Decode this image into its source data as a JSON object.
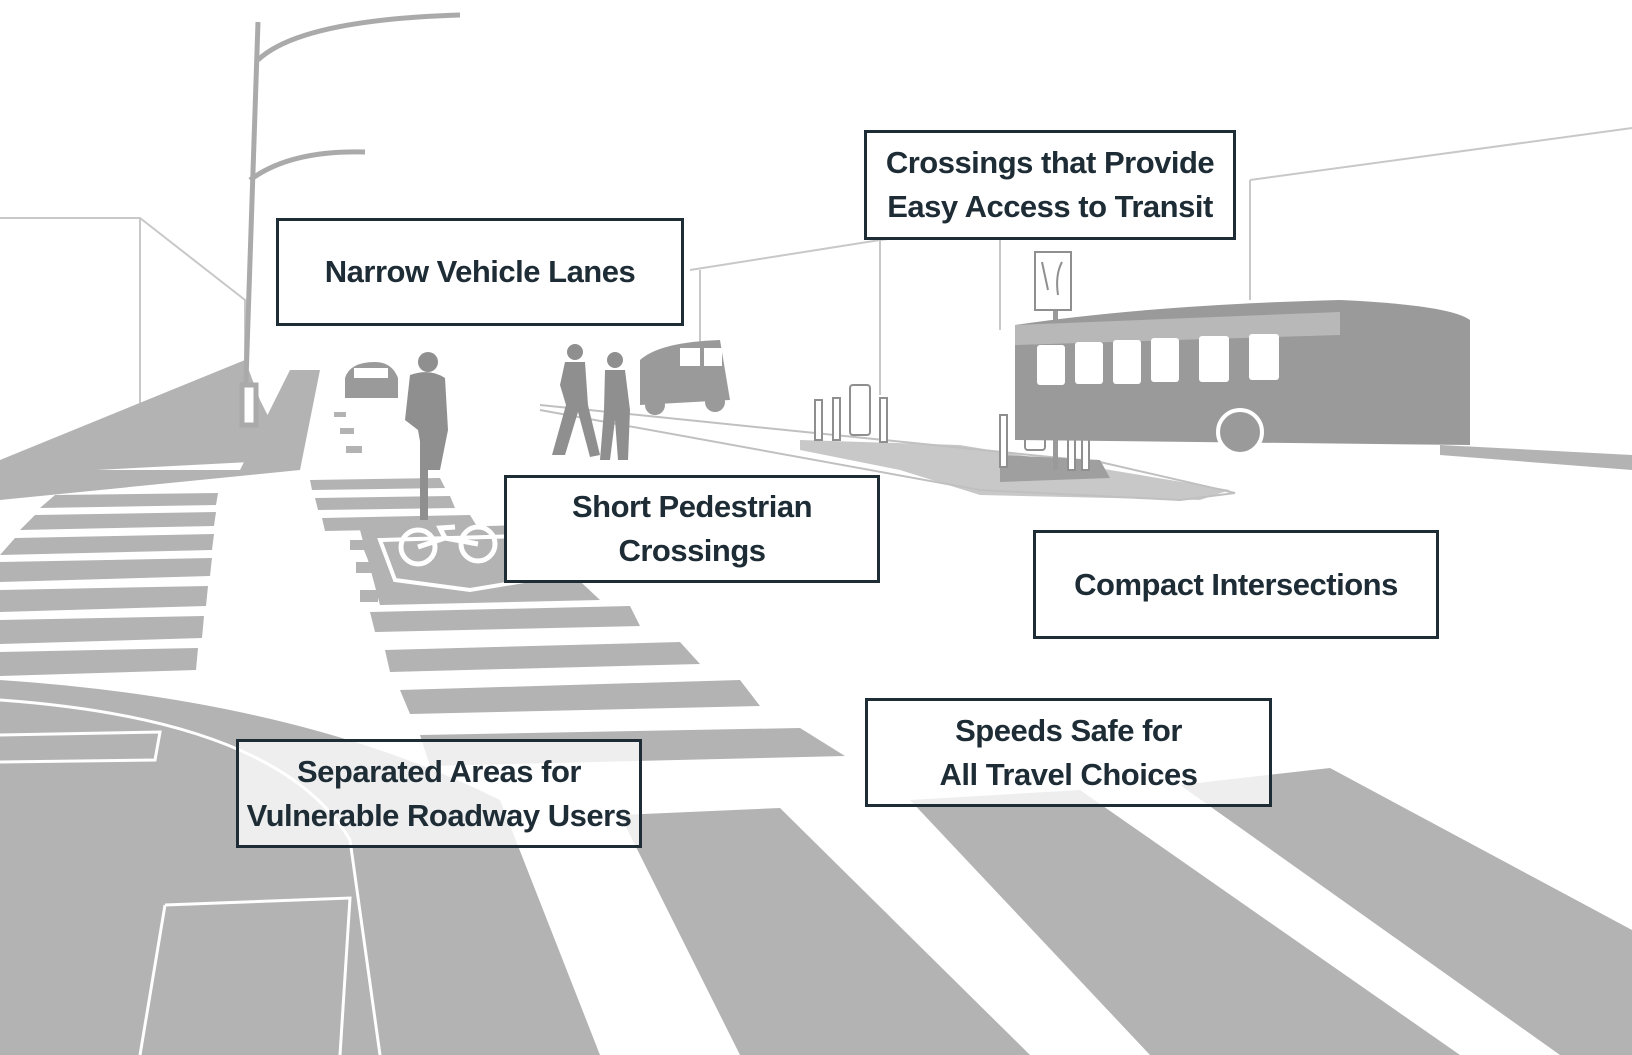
{
  "callouts": {
    "narrow_lanes": {
      "line1": "Narrow Vehicle Lanes"
    },
    "transit_crossings": {
      "line1": "Crossings that Provide",
      "line2": "Easy Access to Transit"
    },
    "short_crossings": {
      "line1": "Short Pedestrian",
      "line2": "Crossings"
    },
    "compact_intersections": {
      "line1": "Compact Intersections"
    },
    "safe_speeds": {
      "line1": "Speeds Safe for",
      "line2": "All Travel Choices"
    },
    "separated_areas": {
      "line1": "Separated Areas for",
      "line2": "Vulnerable Roadway Users"
    }
  },
  "colors": {
    "pavement": "#b3b3b3",
    "marking": "#ffffff",
    "figure": "#8f8f8f",
    "outline": "#c4c4c4",
    "label_text": "#1e2c36"
  },
  "icons": {
    "sign": "lane-merge-sign-icon",
    "bike_symbol": "bicycle-symbol-icon"
  }
}
